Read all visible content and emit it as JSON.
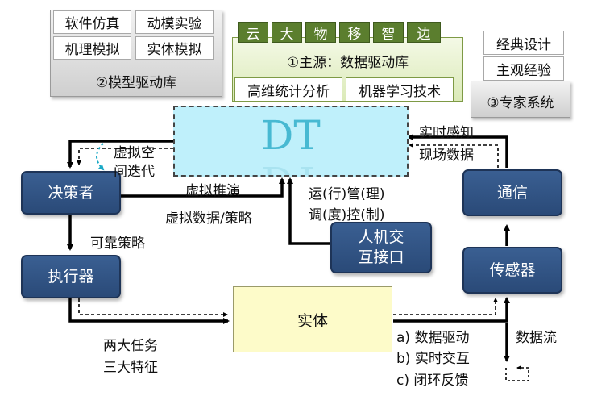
{
  "model_library": {
    "items": [
      "软件仿真",
      "动模实验",
      "机理模拟",
      "实体模拟"
    ],
    "title": "②模型驱动库"
  },
  "data_library": {
    "tags": [
      "云",
      "大",
      "物",
      "移",
      "智",
      "边"
    ],
    "title": "①主源：数据驱动库",
    "methods": [
      "高维统计分析",
      "机器学习技术"
    ]
  },
  "expert_system": {
    "items": [
      "经典设计",
      "主观经验"
    ],
    "title": "③专家系统"
  },
  "dt": {
    "label": "DT",
    "reflection": "DT"
  },
  "nodes": {
    "decision_maker": "决策者",
    "executor": "执行器",
    "hmi_line1": "人机交",
    "hmi_line2": "互接口",
    "communication": "通信",
    "sensor": "传感器",
    "entity": "实体"
  },
  "labels": {
    "virtual_space_1": "虚拟空",
    "virtual_space_2": "间迭代",
    "virtual_deduction": "虚拟推演",
    "virtual_data": "虚拟数据/策略",
    "operation_mgmt": "运(行)管(理)",
    "dispatch_control": "调(度)控(制)",
    "realtime_1": "实时感知",
    "realtime_2": "现场数据",
    "reliable_strategy": "可靠策略",
    "data_flow": "数据流",
    "two_tasks": "两大任务",
    "three_features": "三大特征",
    "feature_a": "a) 数据驱动",
    "feature_b": "b) 实时交互",
    "feature_c": "c) 闭环反馈"
  },
  "colors": {
    "node_blue": "#2f5283",
    "dt_cyan": "#bff0fb",
    "green_tag": "#5b7e2e",
    "entity_yellow": "#fdfbc9"
  }
}
